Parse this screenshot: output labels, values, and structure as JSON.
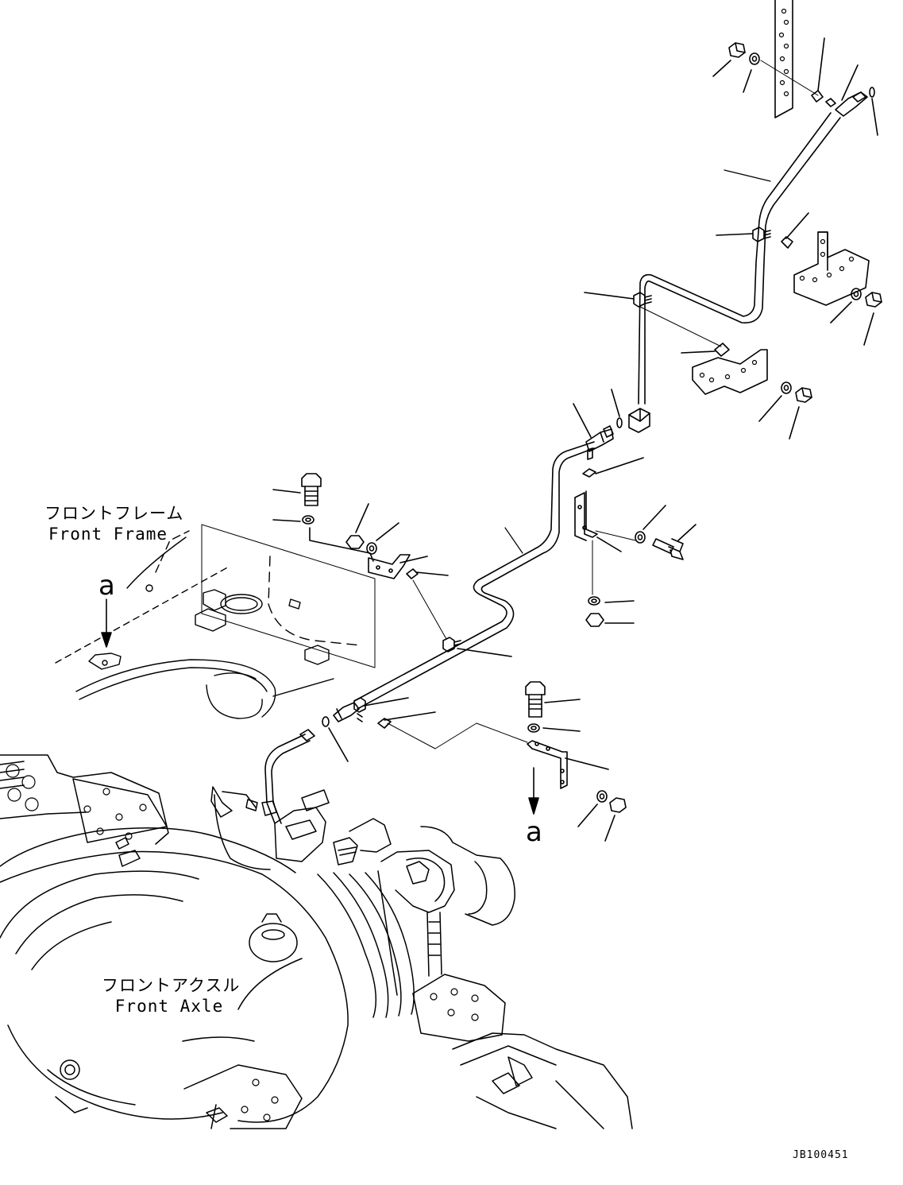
{
  "labels": {
    "front_frame_jp": "フロントフレーム",
    "front_frame_en": "Front Frame",
    "front_axle_jp": "フロントアクスル",
    "front_axle_en": "Front Axle",
    "view_mark_left": "a",
    "view_mark_right": "a"
  },
  "drawing_code": "JB100451",
  "colors": {
    "line": "#000000",
    "background": "#ffffff"
  }
}
